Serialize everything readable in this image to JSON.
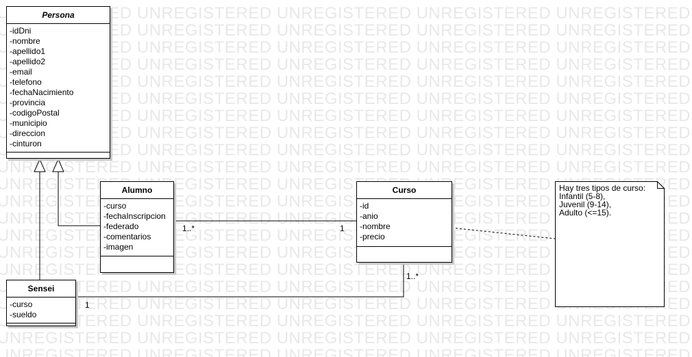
{
  "watermark": "UNREGISTERED UNREGISTERED UNREGISTERED UNREGISTERED UNREGISTERED UNREGISTERED",
  "persona": {
    "name": "Persona",
    "attributes": [
      "-idDni",
      "-nombre",
      "-apellido1",
      "-apellido2",
      "-email",
      "-telefono",
      "-fechaNacimiento",
      "-provincia",
      "-codigoPostal",
      "-municipio",
      "-direccion",
      "-cinturon"
    ]
  },
  "alumno": {
    "name": "Alumno",
    "attributes": [
      "-curso",
      "-fechaInscripcion",
      "-federado",
      "-comentarios",
      "-imagen"
    ]
  },
  "curso": {
    "name": "Curso",
    "attributes": [
      "-id",
      "-anio",
      "-nombre",
      "-precio"
    ]
  },
  "sensei": {
    "name": "Sensei",
    "attributes": [
      "-curso",
      "-sueldo"
    ]
  },
  "note": {
    "lines": [
      "Hay tres tipos de curso:",
      "Infantil (5-8),",
      "Juvenil (9-14),",
      "Adulto (<=15)."
    ]
  },
  "multiplicities": {
    "alumno_side": "1..*",
    "curso_side_alumno": "1",
    "curso_side_sensei": "1..*",
    "sensei_side": "1"
  }
}
